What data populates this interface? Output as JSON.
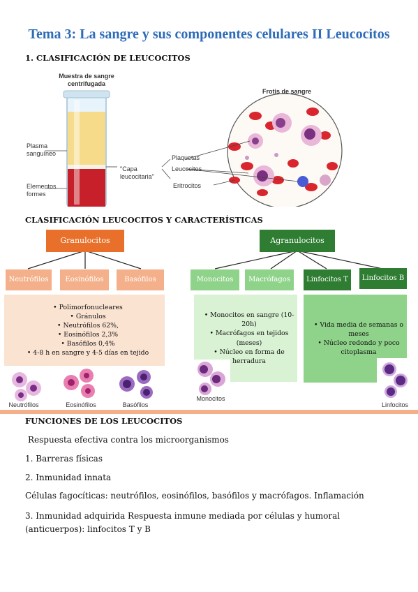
{
  "title": "Tema 3: La sangre y sus componentes celulares II Leucocitos",
  "section1": "1. CLASIFICACIÓN DE LEUCOCITOS",
  "figure1": {
    "muestra": "Muestra de sangre\ncentrifugada",
    "frotis": "Frotis de sangre",
    "plasma": "Plasma\nsanguíneo",
    "capa": "\"Capa\nleucocitaria\"",
    "elementos": "Elementos\nformes",
    "plaquetas": "Plaquetas",
    "leucocitos": "Leucocitos",
    "eritrocitos": "Eritrocitos"
  },
  "section2": "CLASIFICACIÓN LEUCOCITOS Y CARACTERÍSTICAS",
  "diagram": {
    "granulocitos": "Granulocitos",
    "agranulocitos": "Agranulocitos",
    "neutrofilos": "Neutrófilos",
    "eosinofilos": "Eosinófilos",
    "basofilos": "Basófilos",
    "monocitos": "Monocitos",
    "macrofagos": "Macrófagos",
    "linfocitos_t": "Linfocitos T",
    "linfocitos_b": "Linfocitos B",
    "gran_list": [
      "Polimorfonucleares",
      "Gránulos",
      "Neutrófilos 62%,",
      "Eosinófilos 2,3%",
      "Basófilos 0,4%",
      "4-8 h en sangre y 4-5 días en tejido"
    ],
    "mono_list": [
      "Monocitos en sangre (10-20h)",
      "Macrófagos en tejidos (meses)",
      "Núcleo en forma de herradura"
    ],
    "linf_list": [
      "Vida media de semanas o meses",
      "Núcleo redondo y poco citoplasma"
    ],
    "photo_labels": {
      "neutrofilos": "Neutrófilos",
      "eosinofilos": "Eosinófilos",
      "basofilos": "Basófilos",
      "monocitos": "Monocitos",
      "linfocitos": "Linfocitos"
    },
    "colors": {
      "orange_dark": "#e8702a",
      "orange_light": "#f4b08a",
      "orange_pale": "#fbe3d2",
      "green_dark": "#2e7d32",
      "green_light": "#8fd38a",
      "green_pale": "#d9f2d3"
    }
  },
  "section3": "FUNCIONES DE LOS LEUCOCITOS",
  "funciones": {
    "p1": "Respuesta efectiva contra los microorganismos",
    "p2": "1. Barreras físicas",
    "p3": "2. Inmunidad innata",
    "p4": "Células fagocíticas: neutrófilos, eosinófilos, basófilos y macrófagos. Inflamación",
    "p5": "3. Inmunidad adquirida Respuesta inmune mediada por células y humoral (anticuerpos): linfocitos T y B"
  }
}
